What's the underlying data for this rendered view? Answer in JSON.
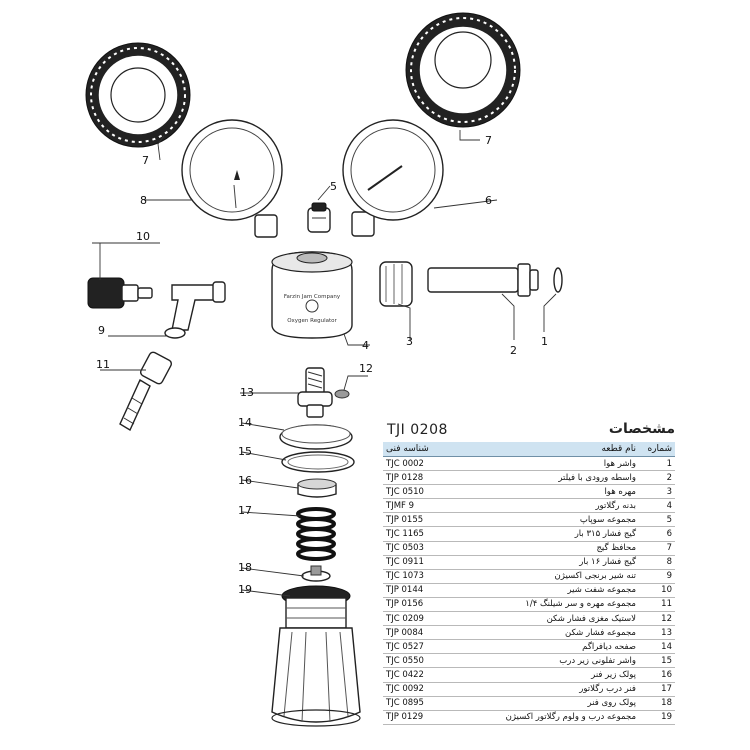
{
  "callouts": [
    "1",
    "2",
    "3",
    "4",
    "5",
    "6",
    "7",
    "7",
    "8",
    "9",
    "10",
    "11",
    "12",
    "13",
    "14",
    "15",
    "16",
    "17",
    "18",
    "19"
  ],
  "regulator_face": {
    "line1": "Farzin Jam Company",
    "line2": "Oxygen Regulator"
  },
  "spec": {
    "model_code": "TJI 0208",
    "heading": "مشخصات",
    "headers": {
      "num": "شماره",
      "code": "شناسه فنی",
      "name": "نام قطعه"
    },
    "rows": [
      {
        "num": "1",
        "code": "TJC 0002",
        "name": "واشر هوا"
      },
      {
        "num": "2",
        "code": "TJP 0128",
        "name": "واسطه ورودی با فیلتر"
      },
      {
        "num": "3",
        "code": "TJC 0510",
        "name": "مهره هوا"
      },
      {
        "num": "4",
        "code": "TJMF 9",
        "name": "بدنه رگلاتور"
      },
      {
        "num": "5",
        "code": "TJP 0155",
        "name": "مجموعه سوپاپ"
      },
      {
        "num": "6",
        "code": "TJC 1165",
        "name": "گیج فشار ۳۱۵ بار"
      },
      {
        "num": "7",
        "code": "TJC 0503",
        "name": "محافظ گیج"
      },
      {
        "num": "8",
        "code": "TJC 0911",
        "name": "گیج فشار ۱۶ بار"
      },
      {
        "num": "9",
        "code": "TJC 1073",
        "name": "تنه شیر برنجی اکسیژن"
      },
      {
        "num": "10",
        "code": "TJP 0144",
        "name": "مجموعه شفت شیر"
      },
      {
        "num": "11",
        "code": "TJP 0156",
        "name": "مجموعه مهره و سر شیلنگ ۱/۴"
      },
      {
        "num": "12",
        "code": "TJC 0209",
        "name": "لاستیک مغزی فشار شکن"
      },
      {
        "num": "13",
        "code": "TJP 0084",
        "name": "مجموعه فشار شکن"
      },
      {
        "num": "14",
        "code": "TJC 0527",
        "name": "صفحه دیافراگم"
      },
      {
        "num": "15",
        "code": "TJC 0550",
        "name": "واشر تفلونی زیر درب"
      },
      {
        "num": "16",
        "code": "TJC 0422",
        "name": "پولک زیر فنر"
      },
      {
        "num": "17",
        "code": "TJC 0092",
        "name": "فنر درب رگلاتور"
      },
      {
        "num": "18",
        "code": "TJC 0895",
        "name": "پولک روی فنر"
      },
      {
        "num": "19",
        "code": "TJP 0129",
        "name": "مجموعه درب و ولوم رگلاتور اکسیژن"
      }
    ]
  }
}
